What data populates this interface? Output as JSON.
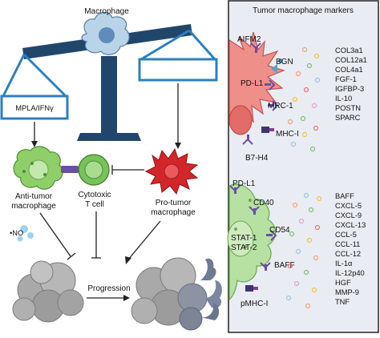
{
  "left": {
    "macrophage_label": "Macrophage",
    "left_pan_label": "MPLA/IFNγ",
    "anti_tumor_label": [
      "Anti-tumor",
      "macrophage"
    ],
    "cytotoxic_label": [
      "Cytotoxic",
      "T cell"
    ],
    "pro_tumor_label": [
      "Pro-tumor",
      "macrophage"
    ],
    "no_label": "•NO",
    "progression_label": "Progression"
  },
  "right": {
    "title": "Tumor macrophage markers",
    "top_receptors": [
      "AIFM2",
      "BGN",
      "PD-L1",
      "MRC-1",
      "MHC-I",
      "B7-H4"
    ],
    "top_secreted": [
      "COL3a1",
      "COL12a1",
      "COL4a1",
      "FGF-1",
      "IGFBP-3",
      "IL-10",
      "POSTN",
      "SPARC"
    ],
    "bottom_receptors": [
      "PD-L1",
      "CD40",
      "CD54",
      "STAT-1",
      "STAT-2",
      "BAFF",
      "pMHC-I"
    ],
    "bottom_secreted": [
      "BAFF",
      "CXCL-5",
      "CXCL-9",
      "CXCL-13",
      "CCL-5",
      "CCL-11",
      "CCL-12",
      "IL-1α",
      "IL-12p40",
      "HGF",
      "MMP-9",
      "TNF"
    ]
  },
  "colors": {
    "panel_bg": "#e9edf3",
    "balance_blue": "#2e7fbf",
    "beam_navy": "#22466b",
    "macrophage_blue": "#b9d3e8",
    "pro_tumor_red": "#d2262b",
    "anti_tumor_green": "#8fcf6a",
    "t_cell_green": "#77c25a",
    "tumor_gray": "#a9a9a9"
  }
}
